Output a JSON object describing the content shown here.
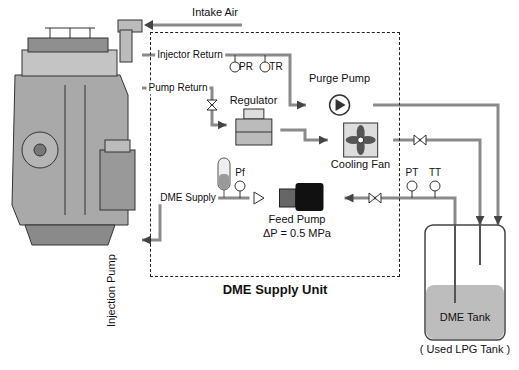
{
  "diagram": {
    "nodes": [
      {
        "text": [
          "Injection Pump"
        ]
      },
      {
        "text": [
          "DME Supply Unit"
        ]
      },
      {
        "text": [
          "Regulator"
        ],
        "in": 1
      },
      {
        "text": [
          "Purge Pump"
        ],
        "in": 1
      },
      {
        "text": [
          "Cooling Fan"
        ],
        "in": 1
      },
      {
        "text": [
          "Feed Pump",
          "ΔP = 0.5 MPa"
        ],
        "in": 1
      },
      {
        "text": [
          "DME Tank",
          "( Used LPG Tank )"
        ]
      }
    ],
    "edges": [
      {
        "from": 5,
        "to": 0,
        "arrow": "to",
        "label": "DME Supply"
      },
      {
        "from": 6,
        "to": 5,
        "arrow": "to"
      },
      {
        "from": 0,
        "to": 2,
        "arrow": "to",
        "label": "Pump Return"
      },
      {
        "from": 0,
        "to": 3,
        "arrow": "to",
        "label": "Injector Return"
      },
      {
        "from": 2,
        "to": 4,
        "arrow": "to"
      },
      {
        "from": 4,
        "to": 6,
        "arrow": "to"
      },
      {
        "from": 3,
        "to": 6,
        "arrow": "to"
      }
    ],
    "labels": [
      "Intake Air",
      "PR",
      "TR",
      "Pf",
      "PT",
      "TT"
    ]
  }
}
